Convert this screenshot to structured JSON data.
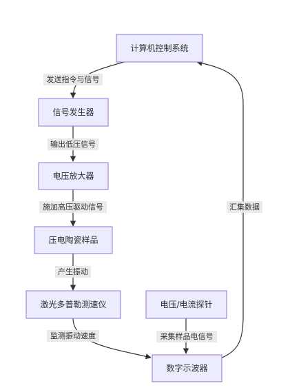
{
  "nodes": {
    "computer": "计算机控制系统",
    "signal_gen": "信号发生器",
    "amplifier": "电压放大器",
    "piezo": "压电陶瓷样品",
    "vibrometer": "激光多普勒测速仪",
    "probe": "电压/电流探针",
    "oscilloscope": "数字示波器"
  },
  "edges": {
    "send_command": "发送指令与信号",
    "low_voltage": "输出低压信号",
    "high_voltage": "施加高压驱动信号",
    "vibration": "产生振动",
    "velocity": "监测振动速度",
    "sample_signal": "采集样品电信号",
    "aggregate": "汇集数据"
  }
}
